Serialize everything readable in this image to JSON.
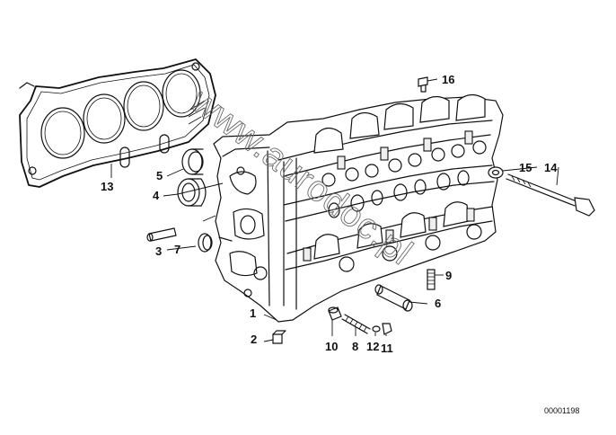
{
  "diagram": {
    "watermark": "www.aurodoc.pl",
    "image_code": "00001198",
    "callouts": [
      {
        "id": "c1",
        "label": "1"
      },
      {
        "id": "c2",
        "label": "2"
      },
      {
        "id": "c3",
        "label": "3"
      },
      {
        "id": "c4",
        "label": "4"
      },
      {
        "id": "c5",
        "label": "5"
      },
      {
        "id": "c6",
        "label": "6"
      },
      {
        "id": "c7",
        "label": "7"
      },
      {
        "id": "c8",
        "label": "8"
      },
      {
        "id": "c9",
        "label": "9"
      },
      {
        "id": "c10",
        "label": "10"
      },
      {
        "id": "c11",
        "label": "11"
      },
      {
        "id": "c12",
        "label": "12"
      },
      {
        "id": "c13",
        "label": "13"
      },
      {
        "id": "c14",
        "label": "14"
      },
      {
        "id": "c15",
        "label": "15"
      },
      {
        "id": "c16",
        "label": "16"
      }
    ]
  }
}
